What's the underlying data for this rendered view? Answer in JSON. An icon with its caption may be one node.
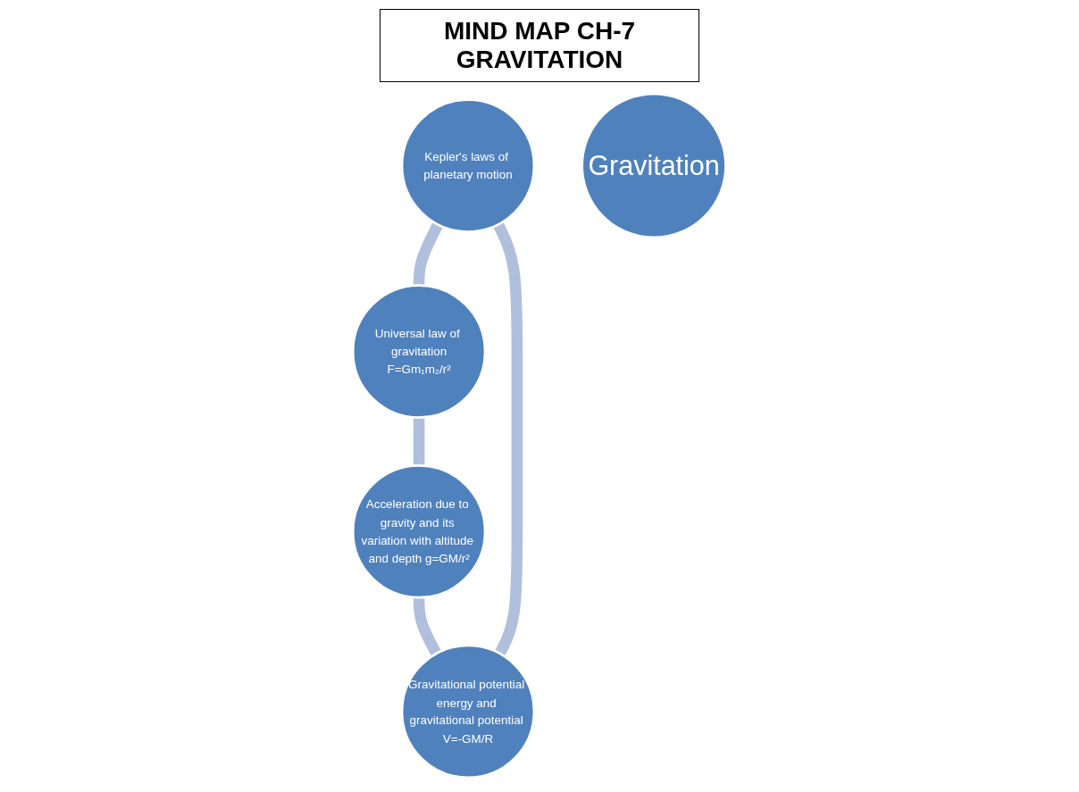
{
  "diagram": {
    "title": "MIND MAP CH-7 GRAVITATION",
    "nodes": [
      {
        "text": [
          "Kepler's laws of planetary motion"
        ]
      },
      {
        "text": [
          "Gravitational potential energy and gravitational potential V=-GM/R"
        ]
      },
      {
        "text": [
          "Gravitation"
        ]
      },
      {
        "text": [
          "Universal law of gravitation",
          "F=Gm₁m₂/r²"
        ]
      },
      {
        "text": [
          "Acceleration due to gravity and its variation with altitude and depth g=GM/r²"
        ]
      }
    ],
    "edges": [
      {
        "from": 0,
        "to": 3,
        "arrow": "none"
      },
      {
        "from": 3,
        "to": 4,
        "arrow": "none"
      },
      {
        "from": 4,
        "to": 1,
        "arrow": "none"
      },
      {
        "from": 1,
        "to": 0,
        "arrow": "none"
      }
    ]
  }
}
